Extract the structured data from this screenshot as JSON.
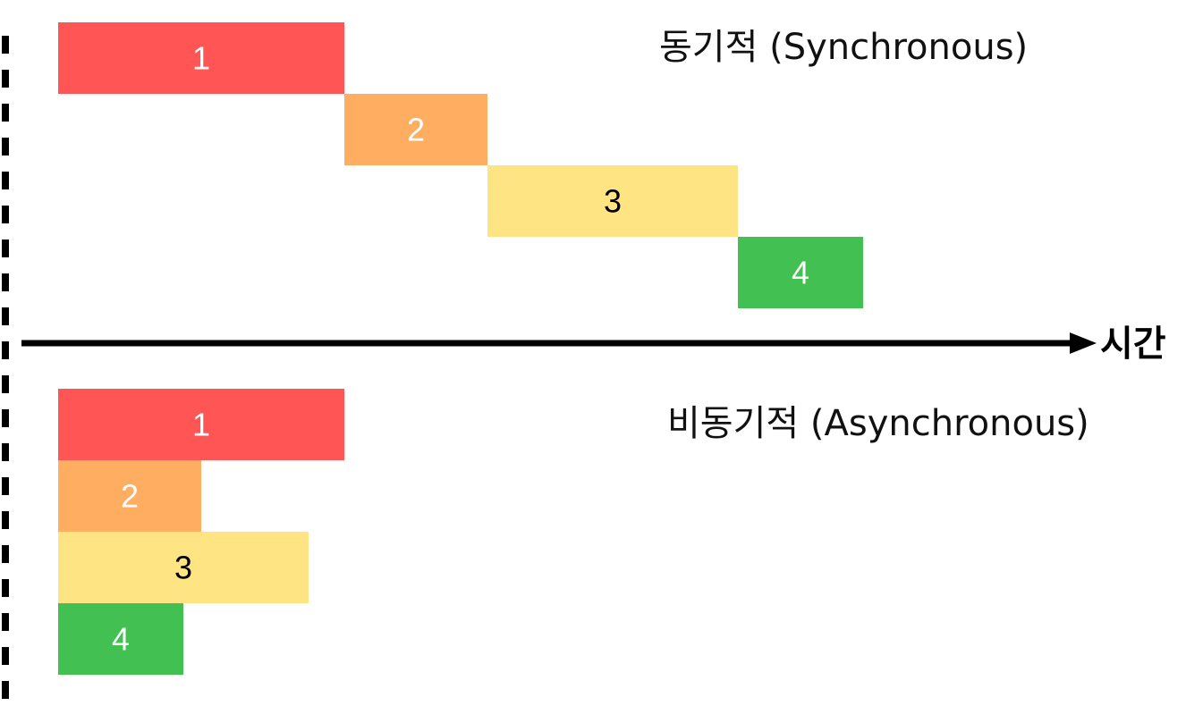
{
  "axis": {
    "label": "시간"
  },
  "colors": {
    "task1": "#ff5555",
    "task2": "#ffad60",
    "task3": "#ffe484",
    "task4": "#42c152",
    "light_text": "#ffffff",
    "dark_text": "#000000",
    "axis": "#000000"
  },
  "sync": {
    "title": "동기적 (Synchronous)",
    "tasks": [
      {
        "label": "1",
        "color": "task1",
        "text_color": "light_text"
      },
      {
        "label": "2",
        "color": "task2",
        "text_color": "light_text"
      },
      {
        "label": "3",
        "color": "task3",
        "text_color": "dark_text"
      },
      {
        "label": "4",
        "color": "task4",
        "text_color": "light_text"
      }
    ]
  },
  "async": {
    "title": "비동기적 (Asynchronous)",
    "tasks": [
      {
        "label": "1",
        "color": "task1",
        "text_color": "light_text"
      },
      {
        "label": "2",
        "color": "task2",
        "text_color": "light_text"
      },
      {
        "label": "3",
        "color": "task3",
        "text_color": "dark_text"
      },
      {
        "label": "4",
        "color": "task4",
        "text_color": "light_text"
      }
    ]
  }
}
